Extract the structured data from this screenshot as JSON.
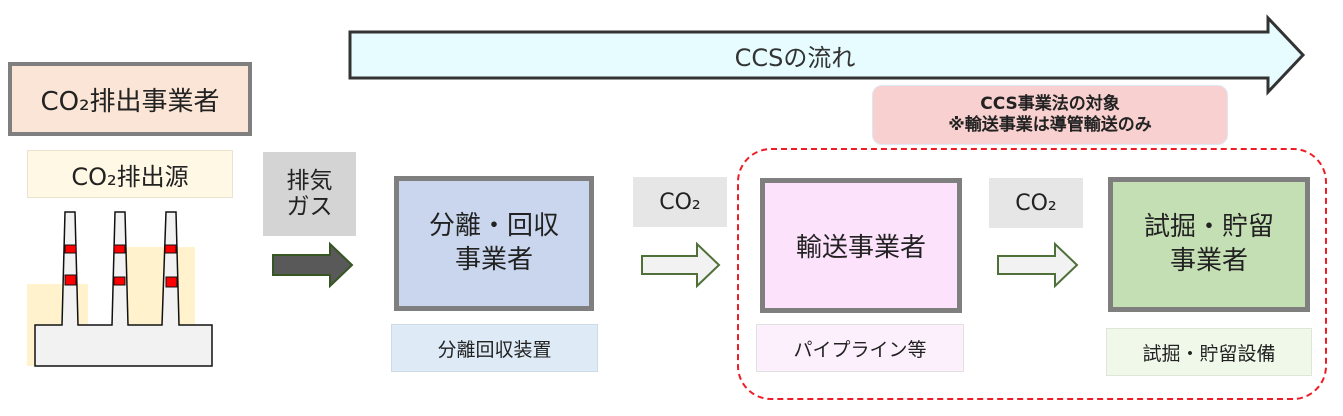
{
  "flow_arrow": {
    "label": "CCSの流れ"
  },
  "emitter": {
    "title": "CO₂排出事業者",
    "source_label": "CO₂排出源",
    "icon": "factory-smokestacks-icon"
  },
  "exhaust": {
    "label_line1": "排気",
    "label_line2": "ガス"
  },
  "capture": {
    "title_line1": "分離・回収",
    "title_line2": "事業者",
    "facility": "分離回収装置"
  },
  "co2_labels": [
    "CO₂",
    "CO₂"
  ],
  "scope_note": {
    "line1": "CCS事業法の対象",
    "line2": "※輸送事業は導管輸送のみ"
  },
  "transport": {
    "title": "輸送事業者",
    "facility": "パイプライン等"
  },
  "storage": {
    "title_line1": "試掘・貯留",
    "title_line2": "事業者",
    "facility": "試掘・貯留設備"
  },
  "colors": {
    "emitter_fill": "#fbe5d6",
    "capture_fill": "#c9d6ee",
    "transport_fill": "#fde2fc",
    "storage_fill": "#c5dfb4",
    "flow_fill": "#e6fcff",
    "scope_border": "#ee1c25",
    "scope_note_fill": "#f8d0d0",
    "exhaust_arrow": "#595959",
    "co2_arrow": "#f2f2f2"
  }
}
